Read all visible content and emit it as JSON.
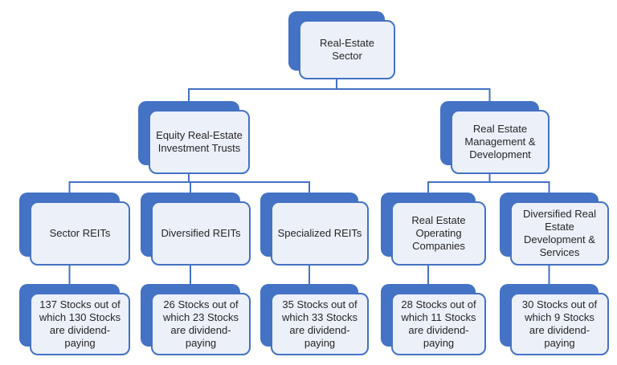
{
  "diagram": {
    "root": {
      "label": "Real-Estate Sector"
    },
    "level2": [
      {
        "label": "Equity Real-Estate Investment Trusts"
      },
      {
        "label": "Real Estate Management & Development"
      }
    ],
    "level3": [
      {
        "label": "Sector REITs"
      },
      {
        "label": "Diversified REITs"
      },
      {
        "label": "Specialized REITs"
      },
      {
        "label": "Real Estate Operating Companies"
      },
      {
        "label": "Diversified Real Estate Development & Services"
      }
    ],
    "stats": [
      {
        "label": "137 Stocks out of which 130 Stocks are dividend-paying",
        "total_stocks": 137,
        "dividend_paying": 130
      },
      {
        "label": "26 Stocks out of which 23 Stocks are dividend-paying",
        "total_stocks": 26,
        "dividend_paying": 23
      },
      {
        "label": "35 Stocks out of which 33 Stocks are dividend-paying",
        "total_stocks": 35,
        "dividend_paying": 33
      },
      {
        "label": "28 Stocks out of which 11 Stocks are dividend-paying",
        "total_stocks": 28,
        "dividend_paying": 11
      },
      {
        "label": "30 Stocks out of which 9 Stocks are dividend-paying",
        "total_stocks": 30,
        "dividend_paying": 9
      }
    ],
    "colors": {
      "accent": "#4472C4",
      "card_fill": "#ECF0F9",
      "text": "#262626",
      "connector": "#4472C4",
      "background": "#FFFFFF"
    }
  }
}
